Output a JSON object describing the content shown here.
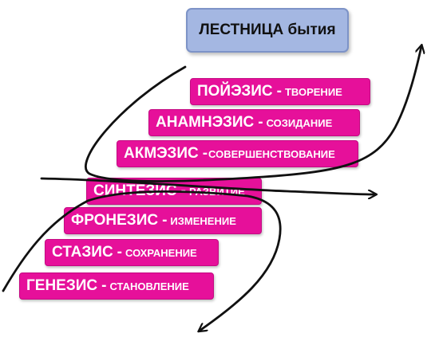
{
  "title": {
    "word": "ЛЕСТНИЦА",
    "rest": "бытия"
  },
  "steps": [
    {
      "name": "ПОЙЭЗИС",
      "separator": "-",
      "meaning": "ТВОРЕНИЕ"
    },
    {
      "name": "АНАМНЭЗИС",
      "separator": "-",
      "meaning": "СОЗИДАНИЕ"
    },
    {
      "name": "АКМЭЗИС",
      "separator": "-",
      "meaning": "СОВЕРШЕНСТВОВАНИЕ"
    },
    {
      "name": "СИНТЕЗИС",
      "separator": "-",
      "meaning": "РАЗВИТИЕ"
    },
    {
      "name": "ФРОНЕЗИС",
      "separator": "-",
      "meaning": "ИЗМЕНЕНИЕ"
    },
    {
      "name": "СТАЗИС",
      "separator": "-",
      "meaning": "СОХРАНЕНИЕ"
    },
    {
      "name": "ГЕНЕЗИС",
      "separator": "-",
      "meaning": "СТАНОВЛЕНИЕ"
    }
  ],
  "colors": {
    "title_fill": "#a4b7e2",
    "step_fill": "#e6109a",
    "step_text": "#ffffff",
    "arrow": "#111111"
  }
}
